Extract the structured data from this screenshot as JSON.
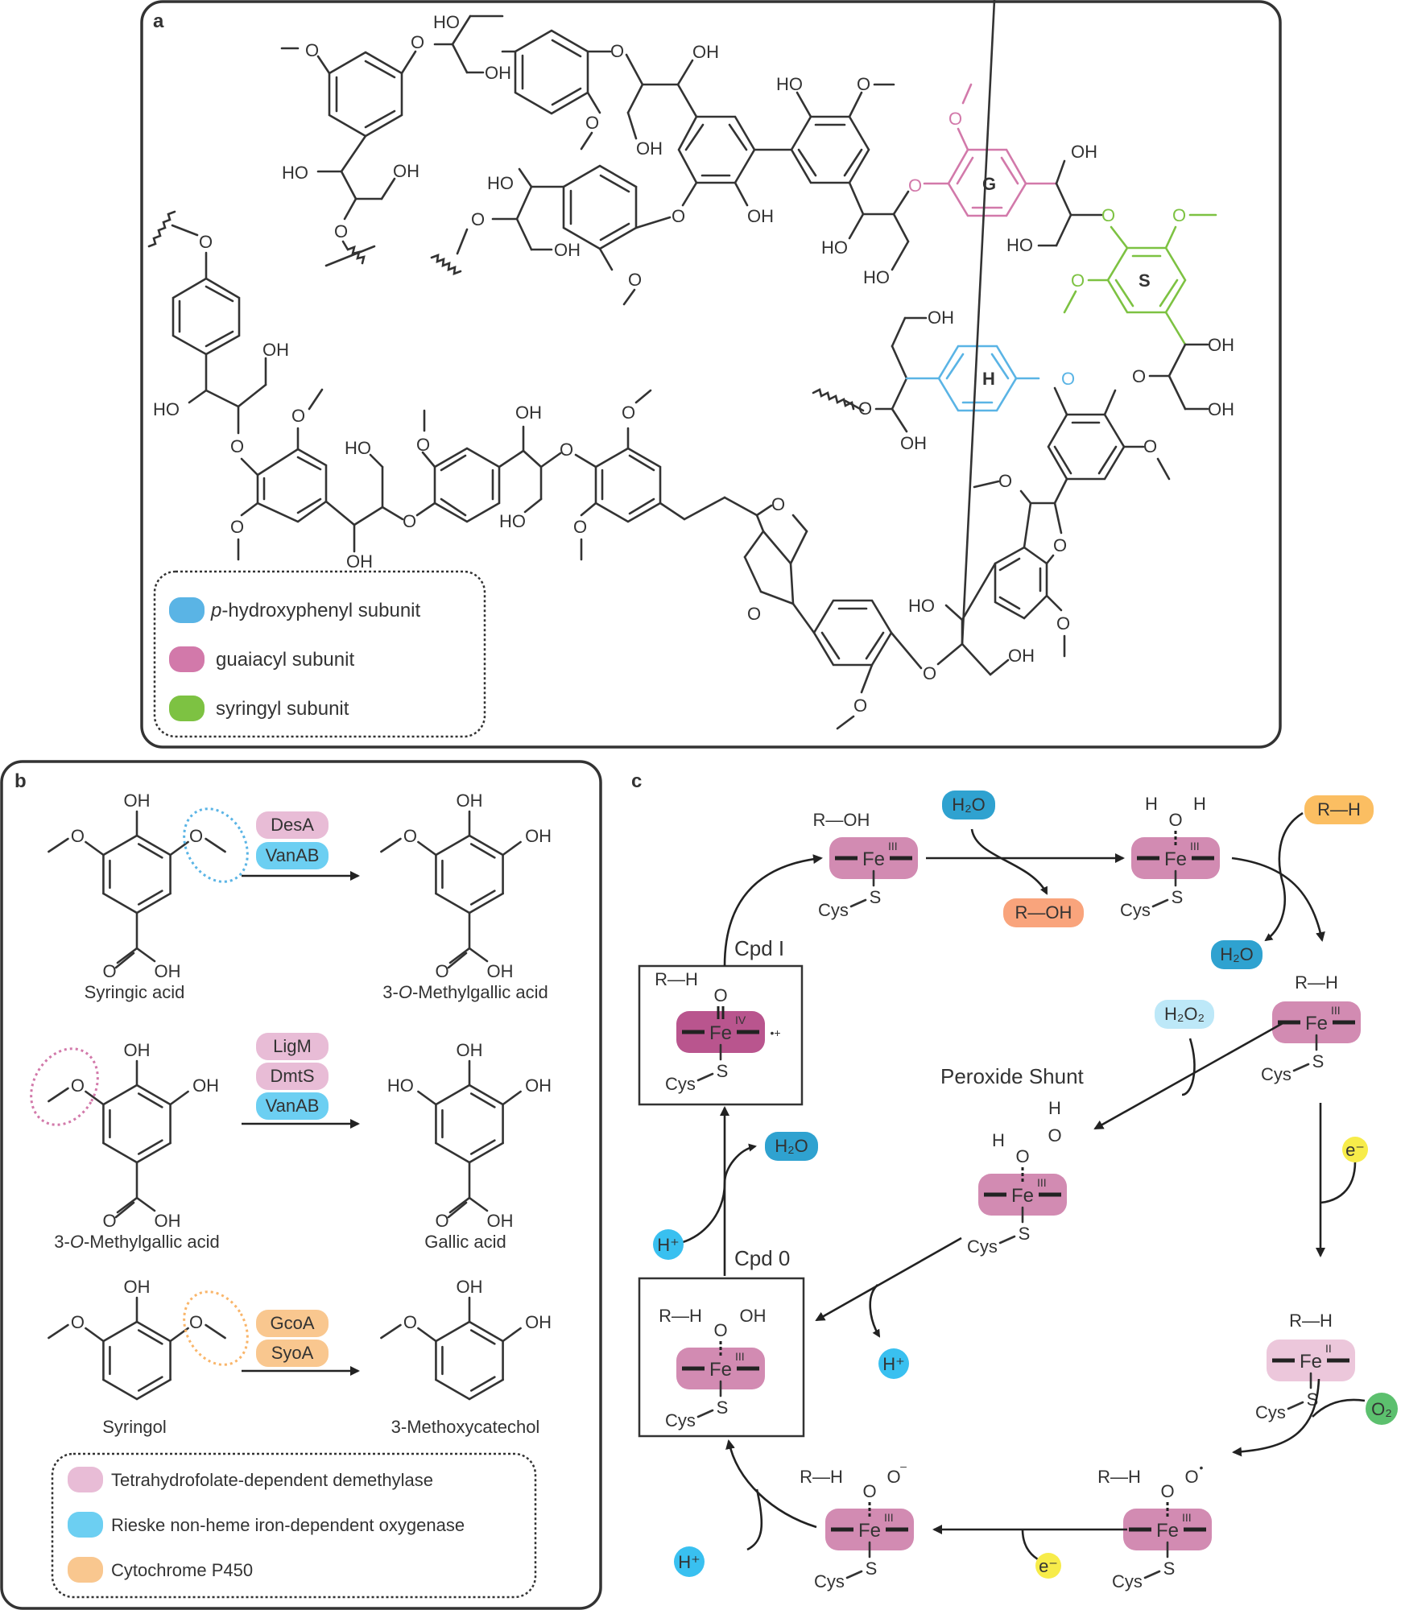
{
  "panels": {
    "a": {
      "label": "a",
      "subunit_labels": {
        "G": "G",
        "S": "S",
        "H": "H"
      },
      "atoms": {
        "O": "O",
        "OH": "OH",
        "HO": "HO"
      },
      "legend": [
        {
          "label_italic": "p",
          "label": "-hydroxyphenyl subunit",
          "color": "#5ab4e5"
        },
        {
          "label_italic": "",
          "label": "guaiacyl subunit",
          "color": "#d279aa"
        },
        {
          "label_italic": "",
          "label": "syringyl subunit",
          "color": "#7dc242"
        }
      ]
    },
    "b": {
      "label": "b",
      "reactions": [
        {
          "substrate": "Syringic acid",
          "product": "3-O-Methylgallic acid",
          "enzymes": [
            {
              "name": "DesA",
              "class": "thf"
            },
            {
              "name": "VanAB",
              "class": "rieske"
            }
          ]
        },
        {
          "substrate": "3-O-Methylgallic acid",
          "product": "Gallic acid",
          "enzymes": [
            {
              "name": "LigM",
              "class": "thf"
            },
            {
              "name": "DmtS",
              "class": "thf"
            },
            {
              "name": "VanAB",
              "class": "rieske"
            }
          ]
        },
        {
          "substrate": "Syringol",
          "product": "3-Methoxycatechol",
          "enzymes": [
            {
              "name": "GcoA",
              "class": "p450"
            },
            {
              "name": "SyoA",
              "class": "p450"
            }
          ]
        }
      ],
      "legend": [
        {
          "label": "Tetrahydrofolate-dependent demethylase",
          "color": "#e8bcd6"
        },
        {
          "label": "Rieske non-heme iron-dependent oxygenase",
          "color": "#6ccff2"
        },
        {
          "label": "Cytochrome P450",
          "color": "#f9c78f"
        }
      ],
      "colors": {
        "thf": "#e8bcd6",
        "rieske": "#6ccff2",
        "p450": "#f9c78f"
      }
    },
    "c": {
      "label": "c",
      "peroxide_shunt": "Peroxide Shunt",
      "cpd_i": "Cpd I",
      "cpd_0": "Cpd 0",
      "fe": "Fe",
      "cys": "Cys",
      "s": "S",
      "rh": "R—H",
      "roh": "R—OH",
      "ox_states": {
        "III": "III",
        "IV": "IV",
        "II": "II"
      },
      "species": {
        "h2o": "H₂O",
        "h2o2": "H₂O₂",
        "rh_badge": "R—H",
        "roh_badge": "R—OH",
        "h_plus": "H⁺",
        "e_minus": "e⁻",
        "o2": "O₂"
      },
      "ligands": {
        "water": {
          "h_left": "H",
          "o": "O",
          "h_right": "H"
        },
        "hydroperoxo_shunt": {
          "h_left": "H",
          "o1": "O",
          "o2": "O",
          "h_top": "H"
        },
        "cpd0": {
          "o": "O",
          "oh": "OH"
        },
        "cpdI": {
          "o": "O",
          "radical": "•+"
        },
        "superoxo": {
          "o1": "O",
          "o2": "O",
          "mark": "•"
        },
        "peroxo": {
          "o1": "O",
          "o2": "O",
          "mark": "–"
        }
      },
      "colors": {
        "heme_fe3": "#d28bb2",
        "heme_fe2": "#ecc7db",
        "heme_cpdI": "#b9558e",
        "h2o": "#2fa2d0",
        "h2o2": "#bde8f8",
        "h_plus": "#39c0f0",
        "e_minus": "#f7ec4a",
        "o2": "#5cc06e",
        "rh": "#fbbe62",
        "roh": "#f9a47c"
      }
    }
  }
}
